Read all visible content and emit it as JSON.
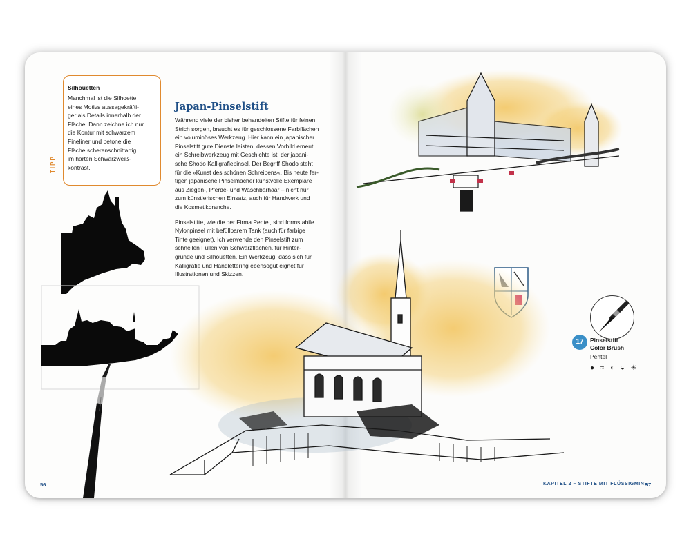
{
  "tip": {
    "label": "TIPP",
    "title": "Silhouetten",
    "lines": [
      "Manchmal ist die Silhoette",
      "eines Motivs aussagekräfti-",
      "ger als Details innerhalb der",
      "Fläche. Dann zeichne ich nur",
      "die Kontur mit schwarzem",
      "Fineliner und betone die",
      "Fläche scherenschnittartig",
      "im harten Schwarzweiß-",
      "kontrast."
    ]
  },
  "article": {
    "heading": "Japan-Pinselstift",
    "lines": [
      "Während viele der bisher behandelten Stifte für feinen",
      "Strich sorgen, braucht es für geschlossene Farbflächen",
      "ein voluminöses Werkzeug. Hier kann ein japanischer",
      "Pinselstift gute Dienste leisten, dessen Vorbild erneut",
      "ein Schreibwerkzeug mit Geschichte ist: der japani-",
      "sche Shodo Kalligrafiepinsel. Der Begriff Shodo steht",
      "für die »Kunst des schönen Schreibens«. Bis heute fer-",
      "tigen japanische Pinselmacher kunstvolle Exemplare",
      "aus Ziegen-, Pferde- und Waschbärhaar – nicht nur",
      "zum künstlerischen Einsatz, auch für Handwerk und",
      "die Kosmetikbranche."
    ],
    "lines2": [
      "Pinselstifte, wie die der Firma Pentel, sind formstabile",
      "Nylonpinsel mit befüllbarem Tank (auch für farbige",
      "Tinte geeignet). Ich verwende den Pinselstift zum",
      "schnellen Füllen von Schwarzflächen, für Hinter-",
      "gründe und Silhouetten. Ein Werkzeug, dass sich für",
      "Kalligrafie und Handlettering ebensogut eignet für",
      "Illustrationen und Skizzen."
    ]
  },
  "product": {
    "number": "17",
    "name_line1": "Pinselstift",
    "name_line2": "Color Brush",
    "brand": "Pentel",
    "icons": "● ≈ ◐ ◒ ✳"
  },
  "footer": {
    "page_left": "56",
    "page_right": "57",
    "running_head": "KAPITEL 2 – STIFTE MIT FLÜSSIGMINE"
  },
  "colors": {
    "accent_blue": "#1f4f86",
    "tip_orange": "#e08a2f",
    "badge_blue": "#3a8fc7",
    "wash_yellow": "#f2c35a"
  }
}
